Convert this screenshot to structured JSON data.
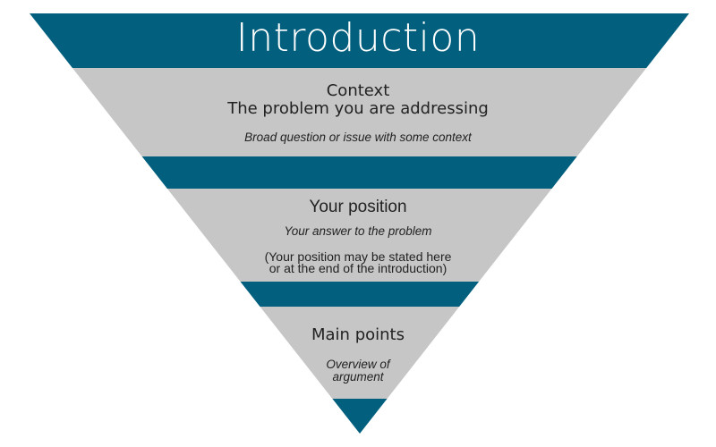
{
  "diagram": {
    "type": "inverted-pyramid",
    "colors": {
      "band_blue": "#02607e",
      "band_gray": "#c6c6c6",
      "text_dark": "#222222",
      "title_text": "#ffffff"
    },
    "title": "Introduction",
    "sections": [
      {
        "heading_line1": "Context",
        "heading_line2": "The problem you are addressing",
        "detail": "Broad question or issue with some context"
      },
      {
        "heading": "Your position",
        "detail": "Your answer to the problem",
        "note_line1": "(Your position may be stated here",
        "note_line2": "or at the end of the introduction)"
      },
      {
        "heading": "Main points",
        "detail_line1": "Overview of",
        "detail_line2": "argument"
      }
    ]
  }
}
